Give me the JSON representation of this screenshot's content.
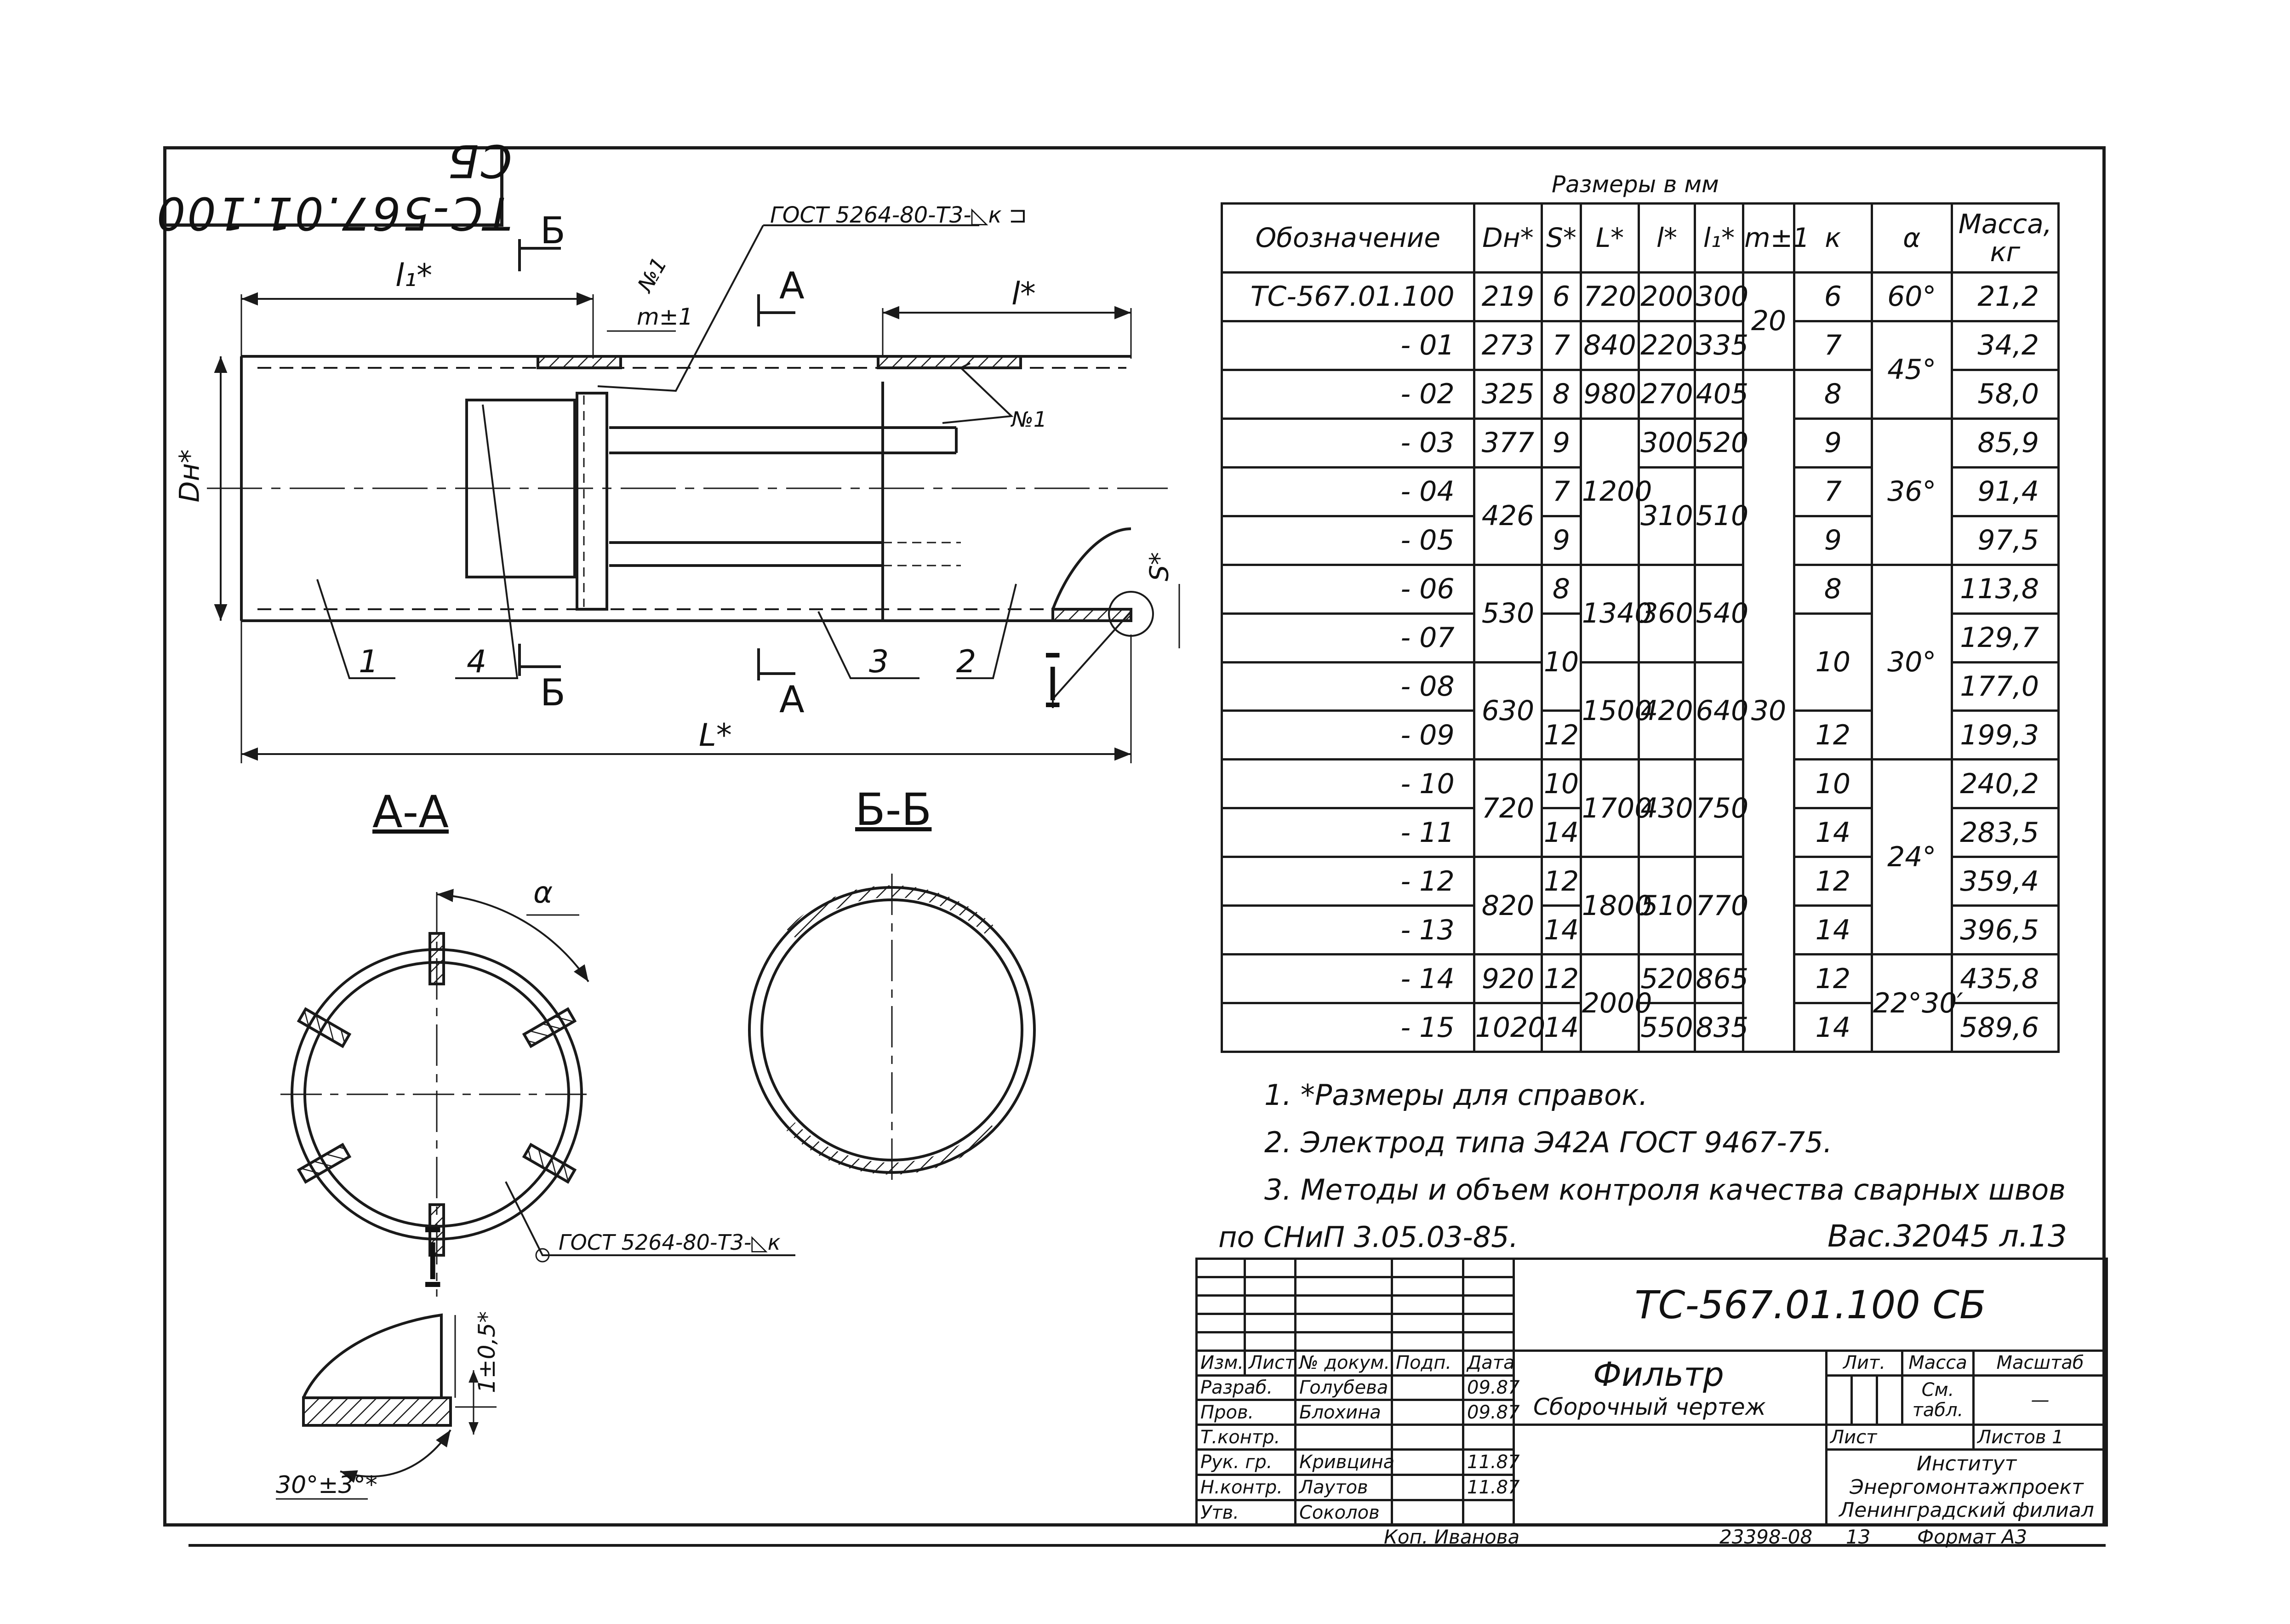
{
  "stamp_code": "ТС-567.01.100 СБ",
  "drawing": {
    "weld_note_top": "ГОСТ 5264-80-Т3-◺к ⊐",
    "weld_note_bottom": "ГОСТ 5264-80-Т3-◺к",
    "weld_mark": "№1",
    "dim_l1": "l₁*",
    "dim_l": "l*",
    "dim_L": "L*",
    "dim_m": "m±1",
    "dim_Dn": "Dн*",
    "dim_S": "S*",
    "dim_thickness": "1±0,5*",
    "dim_angle": "30°±3°*",
    "dim_alpha": "α",
    "sec_a": "А",
    "sec_b": "Б",
    "view_aa": "А-А",
    "view_bb": "Б-Б",
    "view_detail": "I",
    "part_1": "1",
    "part_2": "2",
    "part_3": "3",
    "part_4": "4"
  },
  "table": {
    "caption": "Размеры в мм",
    "headers": [
      "Обозначение",
      "Dн*",
      "S*",
      "L*",
      "l*",
      "l₁*",
      "m±1",
      "к",
      "α",
      "Масса, кг"
    ],
    "designations": [
      "ТС-567.01.100",
      "- 01",
      "- 02",
      "- 03",
      "- 04",
      "- 05",
      "- 06",
      "- 07",
      "- 08",
      "- 09",
      "- 10",
      "- 11",
      "- 12",
      "- 13",
      "- 14",
      "- 15"
    ],
    "dn": [
      "219",
      "273",
      "325",
      "377",
      "426",
      "530",
      "630",
      "720",
      "820",
      "920",
      "1020"
    ],
    "s": [
      "6",
      "7",
      "8",
      "9",
      "7",
      "9",
      "8",
      "10",
      "12",
      "10",
      "14",
      "12",
      "14",
      "12",
      "14"
    ],
    "L": [
      "720",
      "840",
      "980",
      "1200",
      "1340",
      "1500",
      "1700",
      "1800",
      "2000"
    ],
    "l": [
      "200",
      "220",
      "270",
      "300",
      "310",
      "360",
      "420",
      "430",
      "510",
      "520",
      "550"
    ],
    "l1": [
      "300",
      "335",
      "405",
      "520",
      "510",
      "540",
      "640",
      "750",
      "770",
      "865",
      "835"
    ],
    "m": [
      "20",
      "30"
    ],
    "k": [
      "6",
      "7",
      "8",
      "9",
      "7",
      "9",
      "8",
      "10",
      "12",
      "10",
      "14",
      "12",
      "14",
      "12",
      "14"
    ],
    "alpha": [
      "60°",
      "45°",
      "36°",
      "30°",
      "24°",
      "22°30′"
    ],
    "mass": [
      "21,2",
      "34,2",
      "58,0",
      "85,9",
      "91,4",
      "97,5",
      "113,8",
      "129,7",
      "177,0",
      "199,3",
      "240,2",
      "283,5",
      "359,4",
      "396,5",
      "435,8",
      "589,6"
    ]
  },
  "notes": [
    "1. *Размеры для справок.",
    "2. Электрод типа Э42А ГОСТ 9467-75.",
    "3. Методы и объем контроля качества сварных швов",
    "по СНиП 3.05.03-85."
  ],
  "reference": "Вас.32045 л.13",
  "title_block": {
    "code": "ТС-567.01.100 СБ",
    "name": "Фильтр",
    "doc_type": "Сборочный чертеж",
    "col_izm": "Изм.",
    "col_list": "Лист",
    "col_doc": "№ докум.",
    "col_sign": "Подп.",
    "col_date": "Дата",
    "roles": [
      "Разраб.",
      "Пров.",
      "Т.контр.",
      "Рук. гр.",
      "Н.контр.",
      "Утв."
    ],
    "names": [
      "Голубева",
      "Блохина",
      "",
      "Кривцина",
      "Лаутов",
      "Соколов"
    ],
    "dates": [
      "09.87",
      "09.87",
      "",
      "11.87",
      "11.87",
      ""
    ],
    "lit": "Лит.",
    "massa": "Масса",
    "masshtab": "Масштаб",
    "massa_val": "См. табл.",
    "masshtab_val": "—",
    "sheet_lbl": "Лист",
    "sheets_lbl": "Листов 1",
    "org1": "Институт",
    "org2": "Энергомонтажпроект",
    "org3": "Ленинградский филиал"
  },
  "footer": {
    "copied": "Коп. Иванова",
    "inv": "23398-08",
    "sheet_no": "13",
    "format": "Формат А3"
  }
}
